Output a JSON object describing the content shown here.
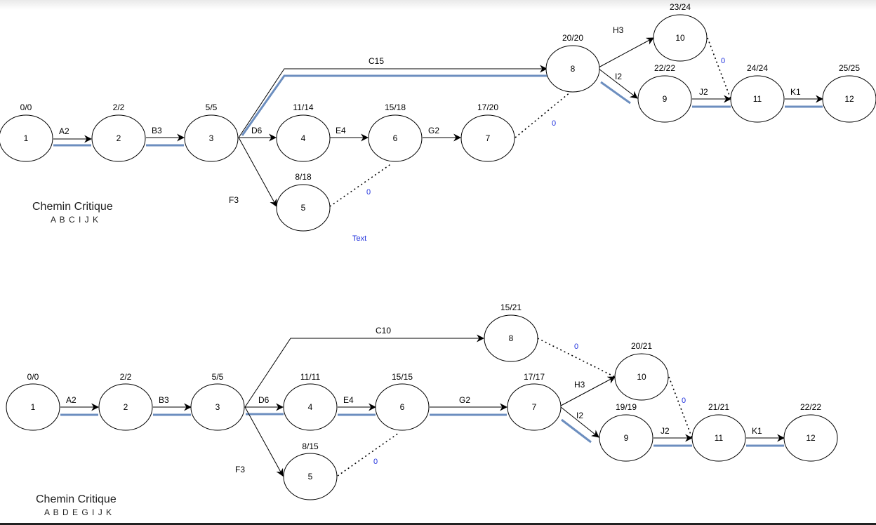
{
  "diagram1": {
    "nodes": [
      {
        "id": "1",
        "dates": "0/0"
      },
      {
        "id": "2",
        "dates": "2/2"
      },
      {
        "id": "3",
        "dates": "5/5"
      },
      {
        "id": "4",
        "dates": "11/14"
      },
      {
        "id": "5",
        "dates": "8/18"
      },
      {
        "id": "6",
        "dates": "15/18"
      },
      {
        "id": "7",
        "dates": "17/20"
      },
      {
        "id": "8",
        "dates": "20/20"
      },
      {
        "id": "9",
        "dates": "22/22"
      },
      {
        "id": "10",
        "dates": "23/24"
      },
      {
        "id": "11",
        "dates": "24/24"
      },
      {
        "id": "12",
        "dates": "25/25"
      }
    ],
    "tasks": [
      {
        "label": "A2",
        "from": "1",
        "to": "2",
        "critical": true
      },
      {
        "label": "B3",
        "from": "2",
        "to": "3",
        "critical": true
      },
      {
        "label": "C15",
        "from": "3",
        "to": "8",
        "critical": true
      },
      {
        "label": "D6",
        "from": "3",
        "to": "4",
        "critical": false
      },
      {
        "label": "E4",
        "from": "4",
        "to": "6",
        "critical": false
      },
      {
        "label": "F3",
        "from": "3",
        "to": "5",
        "critical": false
      },
      {
        "label": "G2",
        "from": "6",
        "to": "7",
        "critical": false
      },
      {
        "label": "H3",
        "from": "8",
        "to": "10",
        "critical": false
      },
      {
        "label": "I2",
        "from": "8",
        "to": "9",
        "critical": true
      },
      {
        "label": "J2",
        "from": "9",
        "to": "11",
        "critical": true
      },
      {
        "label": "K1",
        "from": "11",
        "to": "12",
        "critical": true
      }
    ],
    "dummy_label": "0",
    "stray_text": "Text",
    "critical_path_title": "Chemin Critique",
    "critical_path": "A B C I J K"
  },
  "diagram2": {
    "nodes": [
      {
        "id": "1",
        "dates": "0/0"
      },
      {
        "id": "2",
        "dates": "2/2"
      },
      {
        "id": "3",
        "dates": "5/5"
      },
      {
        "id": "4",
        "dates": "11/11"
      },
      {
        "id": "5",
        "dates": "8/15"
      },
      {
        "id": "6",
        "dates": "15/15"
      },
      {
        "id": "7",
        "dates": "17/17"
      },
      {
        "id": "8",
        "dates": "15/21"
      },
      {
        "id": "9",
        "dates": "19/19"
      },
      {
        "id": "10",
        "dates": "20/21"
      },
      {
        "id": "11",
        "dates": "21/21"
      },
      {
        "id": "12",
        "dates": "22/22"
      }
    ],
    "tasks": [
      {
        "label": "A2",
        "from": "1",
        "to": "2",
        "critical": true
      },
      {
        "label": "B3",
        "from": "2",
        "to": "3",
        "critical": true
      },
      {
        "label": "C10",
        "from": "3",
        "to": "8",
        "critical": false
      },
      {
        "label": "D6",
        "from": "3",
        "to": "4",
        "critical": true
      },
      {
        "label": "E4",
        "from": "4",
        "to": "6",
        "critical": true
      },
      {
        "label": "F3",
        "from": "3",
        "to": "5",
        "critical": false
      },
      {
        "label": "G2",
        "from": "6",
        "to": "7",
        "critical": true
      },
      {
        "label": "H3",
        "from": "7",
        "to": "10",
        "critical": false
      },
      {
        "label": "I2",
        "from": "7",
        "to": "9",
        "critical": true
      },
      {
        "label": "J2",
        "from": "9",
        "to": "11",
        "critical": true
      },
      {
        "label": "K1",
        "from": "11",
        "to": "12",
        "critical": true
      }
    ],
    "dummy_label": "0",
    "critical_path_title": "Chemin Critique",
    "critical_path": "A B D E G I J K"
  },
  "colors": {
    "critical_highlight": "#6c8ebf",
    "dummy_label": "#2233dd"
  }
}
